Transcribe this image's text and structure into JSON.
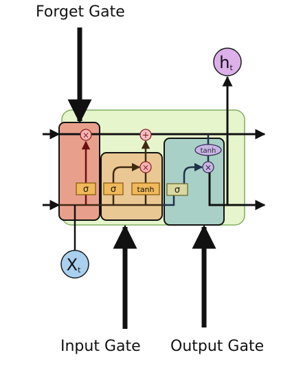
{
  "labels": {
    "forget_gate": "Forget Gate",
    "input_gate": "Input Gate",
    "output_gate": "Output Gate"
  },
  "nodes": {
    "ht_main": "h",
    "ht_sub": "t",
    "xt_main": "X",
    "xt_sub": "t",
    "sigma": "σ",
    "tanh": "tanh",
    "multiply": "×",
    "add": "+"
  },
  "colors": {
    "cell_fill": "#e6f5cc",
    "cell_stroke": "#7fae5e",
    "forget_fill": "#e8a08c",
    "input_fill": "#eac894",
    "output_fill": "#a9d0c6",
    "sigma_box": "#f0b95a",
    "ht_circle": "#ddb0ea",
    "xt_circle": "#a9d0ee"
  }
}
